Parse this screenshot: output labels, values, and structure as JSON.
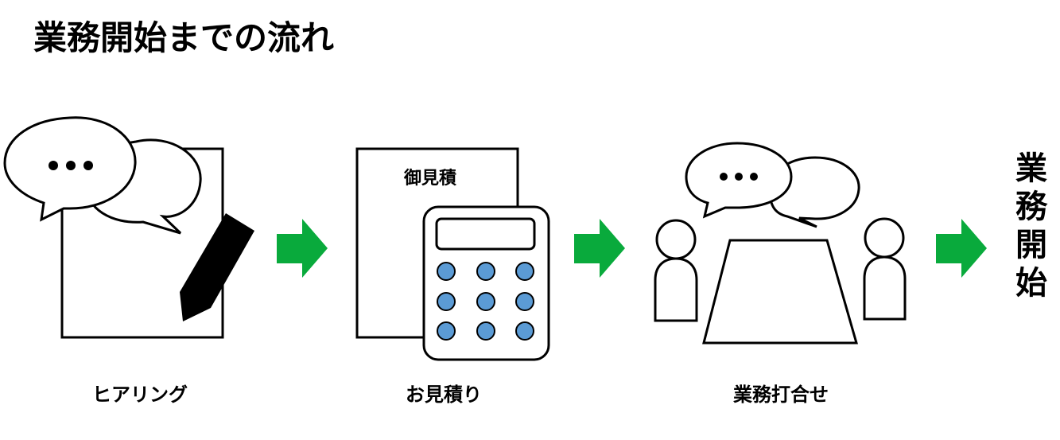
{
  "title": "業務開始までの流れ",
  "steps": [
    {
      "label": "ヒアリング",
      "icon": "hearing-icon"
    },
    {
      "label": "お見積り",
      "icon": "estimate-icon"
    },
    {
      "label": "業務打合せ",
      "icon": "meeting-icon"
    }
  ],
  "estimate_doc_heading": "御見積",
  "final_step": "業務開始",
  "colors": {
    "arrow": "#09AA3C",
    "calculator_button": "#5B9BD5",
    "stroke": "#000000"
  }
}
